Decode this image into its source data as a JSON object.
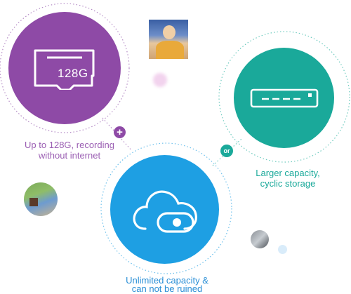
{
  "sd_card": {
    "label": "128G",
    "caption": [
      "Up to 128G, recording",
      "without internet"
    ],
    "color": "#8e4aa6",
    "badge": "+"
  },
  "nvr": {
    "caption": [
      "Larger capacity,",
      "cyclic storage"
    ],
    "color": "#1aa99a",
    "badge": "or"
  },
  "cloud": {
    "caption": [
      "Unlimited capacity &",
      "can not be ruined"
    ],
    "color": "#1e9fe3"
  },
  "colors": {
    "purple_text": "#9b5fb3",
    "teal_text": "#1aa99a",
    "blue_text": "#2a8fd6"
  }
}
